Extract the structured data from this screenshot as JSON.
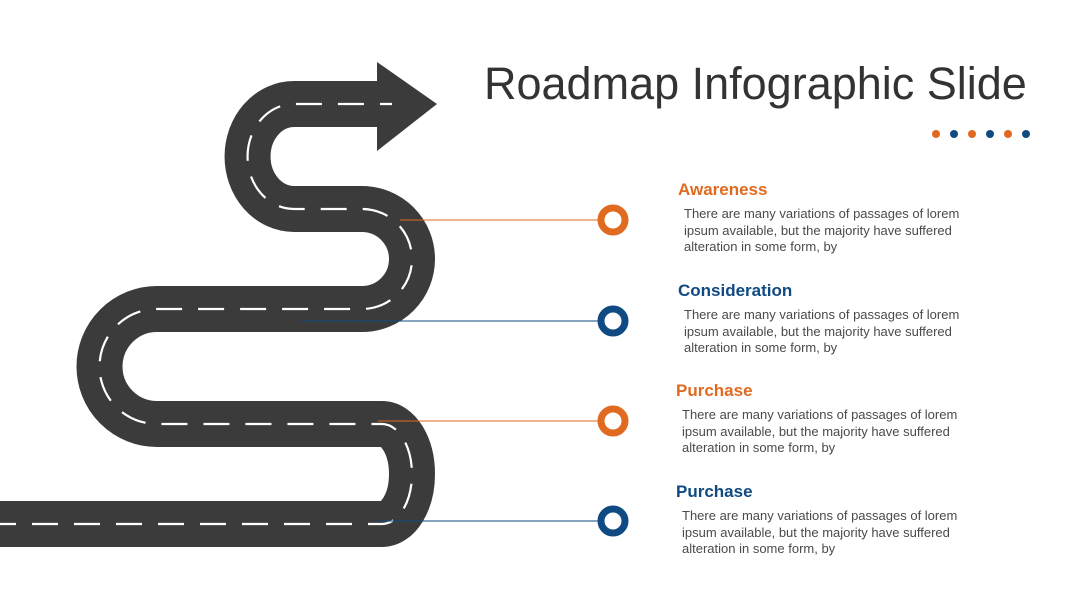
{
  "slide": {
    "title": "Roadmap Infographic Slide"
  },
  "colors": {
    "orange": "#E06A1F",
    "blue": "#0F4A82",
    "road": "#3B3B3B",
    "title": "#333333"
  },
  "decor_dots": [
    "orange",
    "blue",
    "orange",
    "blue",
    "orange",
    "blue"
  ],
  "steps": [
    {
      "title": "Awareness",
      "color": "orange",
      "text": "There are many variations of passages of lorem ipsum available, but the majority have suffered alteration in some form, by"
    },
    {
      "title": "Consideration",
      "color": "blue",
      "text": "There are many variations of passages of lorem ipsum available, but the majority have suffered alteration in some form, by"
    },
    {
      "title": "Purchase",
      "color": "orange",
      "text": "There are many variations of passages of lorem ipsum available, but the majority have suffered alteration in some form, by"
    },
    {
      "title": "Purchase",
      "color": "blue",
      "text": "There are many variations of passages of lorem ipsum available, but the majority have suffered alteration in some form, by"
    }
  ]
}
